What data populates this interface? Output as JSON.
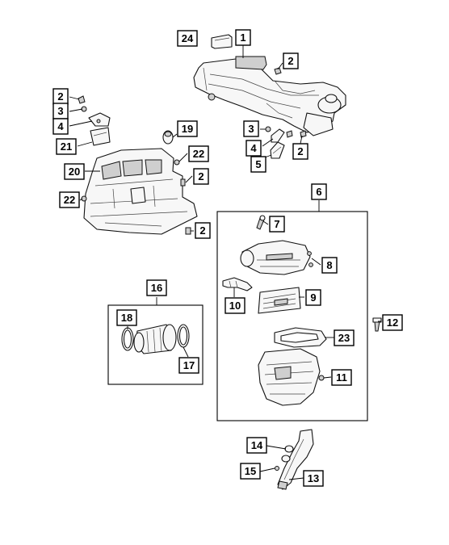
{
  "diagram": {
    "callouts": [
      {
        "id": "c24",
        "label": "24"
      },
      {
        "id": "c1",
        "label": "1"
      },
      {
        "id": "c2a",
        "label": "2"
      },
      {
        "id": "c2b",
        "label": "2"
      },
      {
        "id": "c3a",
        "label": "3"
      },
      {
        "id": "c4a",
        "label": "4"
      },
      {
        "id": "c21",
        "label": "21"
      },
      {
        "id": "c19",
        "label": "19"
      },
      {
        "id": "c3b",
        "label": "3"
      },
      {
        "id": "c4b",
        "label": "4"
      },
      {
        "id": "c2c",
        "label": "2"
      },
      {
        "id": "c5",
        "label": "5"
      },
      {
        "id": "c22a",
        "label": "22"
      },
      {
        "id": "c20",
        "label": "20"
      },
      {
        "id": "c2d",
        "label": "2"
      },
      {
        "id": "c22b",
        "label": "22"
      },
      {
        "id": "c2e",
        "label": "2"
      },
      {
        "id": "c6",
        "label": "6"
      },
      {
        "id": "c7",
        "label": "7"
      },
      {
        "id": "c8",
        "label": "8"
      },
      {
        "id": "c10",
        "label": "10"
      },
      {
        "id": "c9",
        "label": "9"
      },
      {
        "id": "c16",
        "label": "16"
      },
      {
        "id": "c18",
        "label": "18"
      },
      {
        "id": "c17",
        "label": "17"
      },
      {
        "id": "c12",
        "label": "12"
      },
      {
        "id": "c23",
        "label": "23"
      },
      {
        "id": "c11",
        "label": "11"
      },
      {
        "id": "c14",
        "label": "14"
      },
      {
        "id": "c15",
        "label": "15"
      },
      {
        "id": "c13",
        "label": "13"
      }
    ]
  }
}
